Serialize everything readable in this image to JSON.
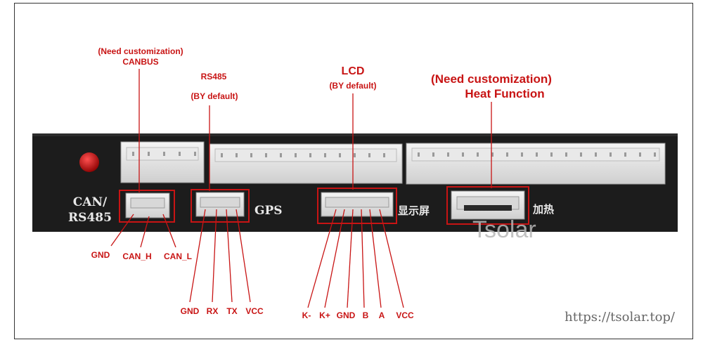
{
  "labels": {
    "canbus_note": "(Need customization)",
    "canbus": "CANBUS",
    "rs485": "RS485",
    "rs485_default": "(BY default)",
    "lcd": "LCD",
    "lcd_default": "(BY default)",
    "heat_note": "(Need customization)",
    "heat": "Heat Function"
  },
  "board": {
    "can_rs485_line1": "CAN/",
    "can_rs485_line2": "RS485",
    "gps": "GPS",
    "display_cn": "显示屏",
    "heat_cn": "加热"
  },
  "pins": {
    "can": [
      "GND",
      "CAN_H",
      "CAN_L"
    ],
    "rs485": [
      "GND",
      "RX",
      "TX",
      "VCC"
    ],
    "lcd": [
      "K-",
      "K+",
      "GND",
      "B",
      "A",
      "VCC"
    ]
  },
  "watermark": "Tsolar",
  "url": "https://tsolar.top/",
  "colors": {
    "annotation": "#c81414",
    "board": "#1c1c1c"
  }
}
